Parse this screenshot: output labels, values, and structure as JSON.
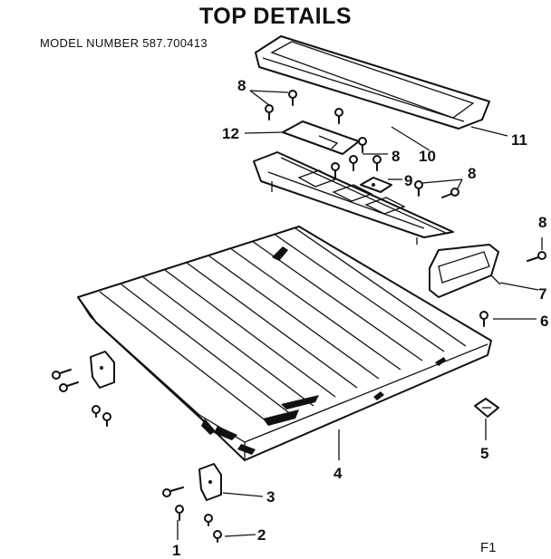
{
  "title": "TOP DETAILS",
  "model_number": "MODEL NUMBER 587.700413",
  "figure_id": "F1",
  "parts": [
    {
      "number": "1",
      "name": "screw"
    },
    {
      "number": "2",
      "name": "screw"
    },
    {
      "number": "3",
      "name": "bracket"
    },
    {
      "number": "4",
      "name": "wooden top"
    },
    {
      "number": "5",
      "name": "clip"
    },
    {
      "number": "6",
      "name": "screw"
    },
    {
      "number": "7",
      "name": "handle end"
    },
    {
      "number": "8",
      "name": "screw"
    },
    {
      "number": "9",
      "name": "bracket"
    },
    {
      "number": "10",
      "name": "screw"
    },
    {
      "number": "11",
      "name": "handle cover"
    },
    {
      "number": "12",
      "name": "plate"
    }
  ],
  "callouts": {
    "c1": "1",
    "c2": "2",
    "c3": "3",
    "c4": "4",
    "c5": "5",
    "c6": "6",
    "c7": "7",
    "c8a": "8",
    "c8b": "8",
    "c8c": "8",
    "c8d": "8",
    "c9": "9",
    "c10": "10",
    "c11": "11",
    "c12": "12"
  }
}
